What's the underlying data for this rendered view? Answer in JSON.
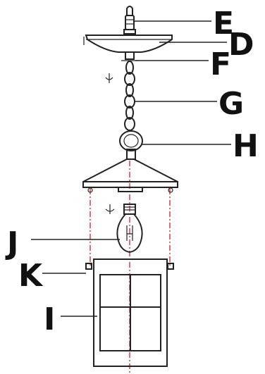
{
  "diagram": {
    "labels": {
      "E": "E",
      "D": "D",
      "F": "F",
      "G": "G",
      "H": "H",
      "J": "J",
      "K": "K",
      "I": "I"
    },
    "colors": {
      "line": "#222222",
      "centerline": "#d0202a",
      "background": "#ffffff"
    }
  }
}
